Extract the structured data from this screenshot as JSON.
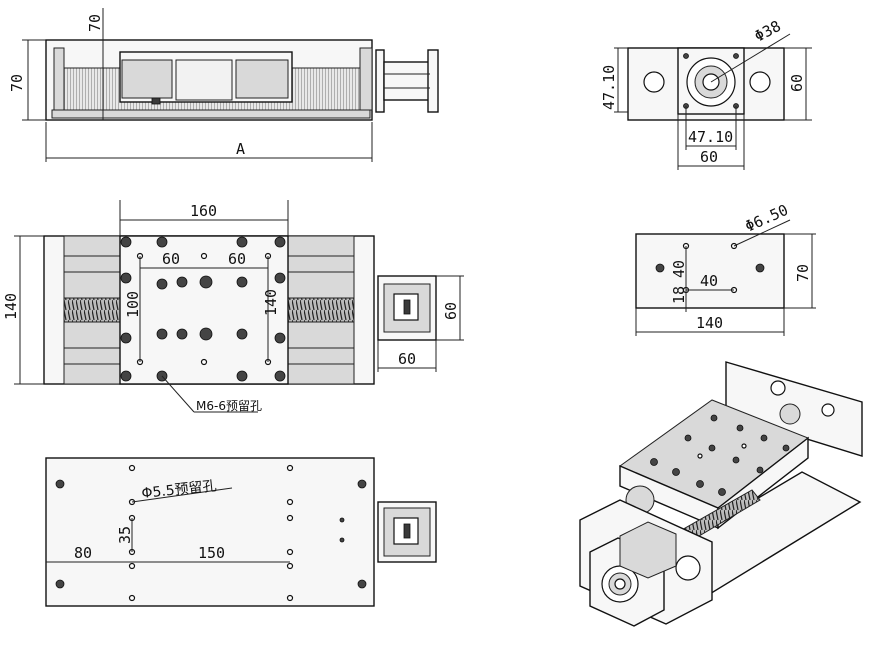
{
  "side_view": {
    "dim_height_left": "70",
    "dim_height_top": "70",
    "dim_length": "A"
  },
  "end_view": {
    "dim_diameter": "Φ38",
    "dim_left": "47.10",
    "dim_right": "60",
    "dim_bottom_inner": "47.10",
    "dim_bottom_outer": "60"
  },
  "top_view": {
    "dim_top_width": "160",
    "dim_left_inner": "60",
    "dim_right_inner": "60",
    "dim_left_height": "140",
    "dim_inner_height_left": "100",
    "dim_inner_height_right": "140",
    "dim_motor_height": "60",
    "dim_motor_width": "60",
    "hole_note": "M6-6预留孔"
  },
  "carriage_view": {
    "dim_diameter": "Φ6.50",
    "dim_v1": "40",
    "dim_h1": "40",
    "dim_v2": "18",
    "dim_right": "70",
    "dim_width": "140"
  },
  "bottom_view": {
    "hole_note": "Φ5.5预留孔",
    "dim_v": "35",
    "dim_left": "80",
    "dim_mid": "150"
  },
  "iso_view": {
    "label": ""
  }
}
